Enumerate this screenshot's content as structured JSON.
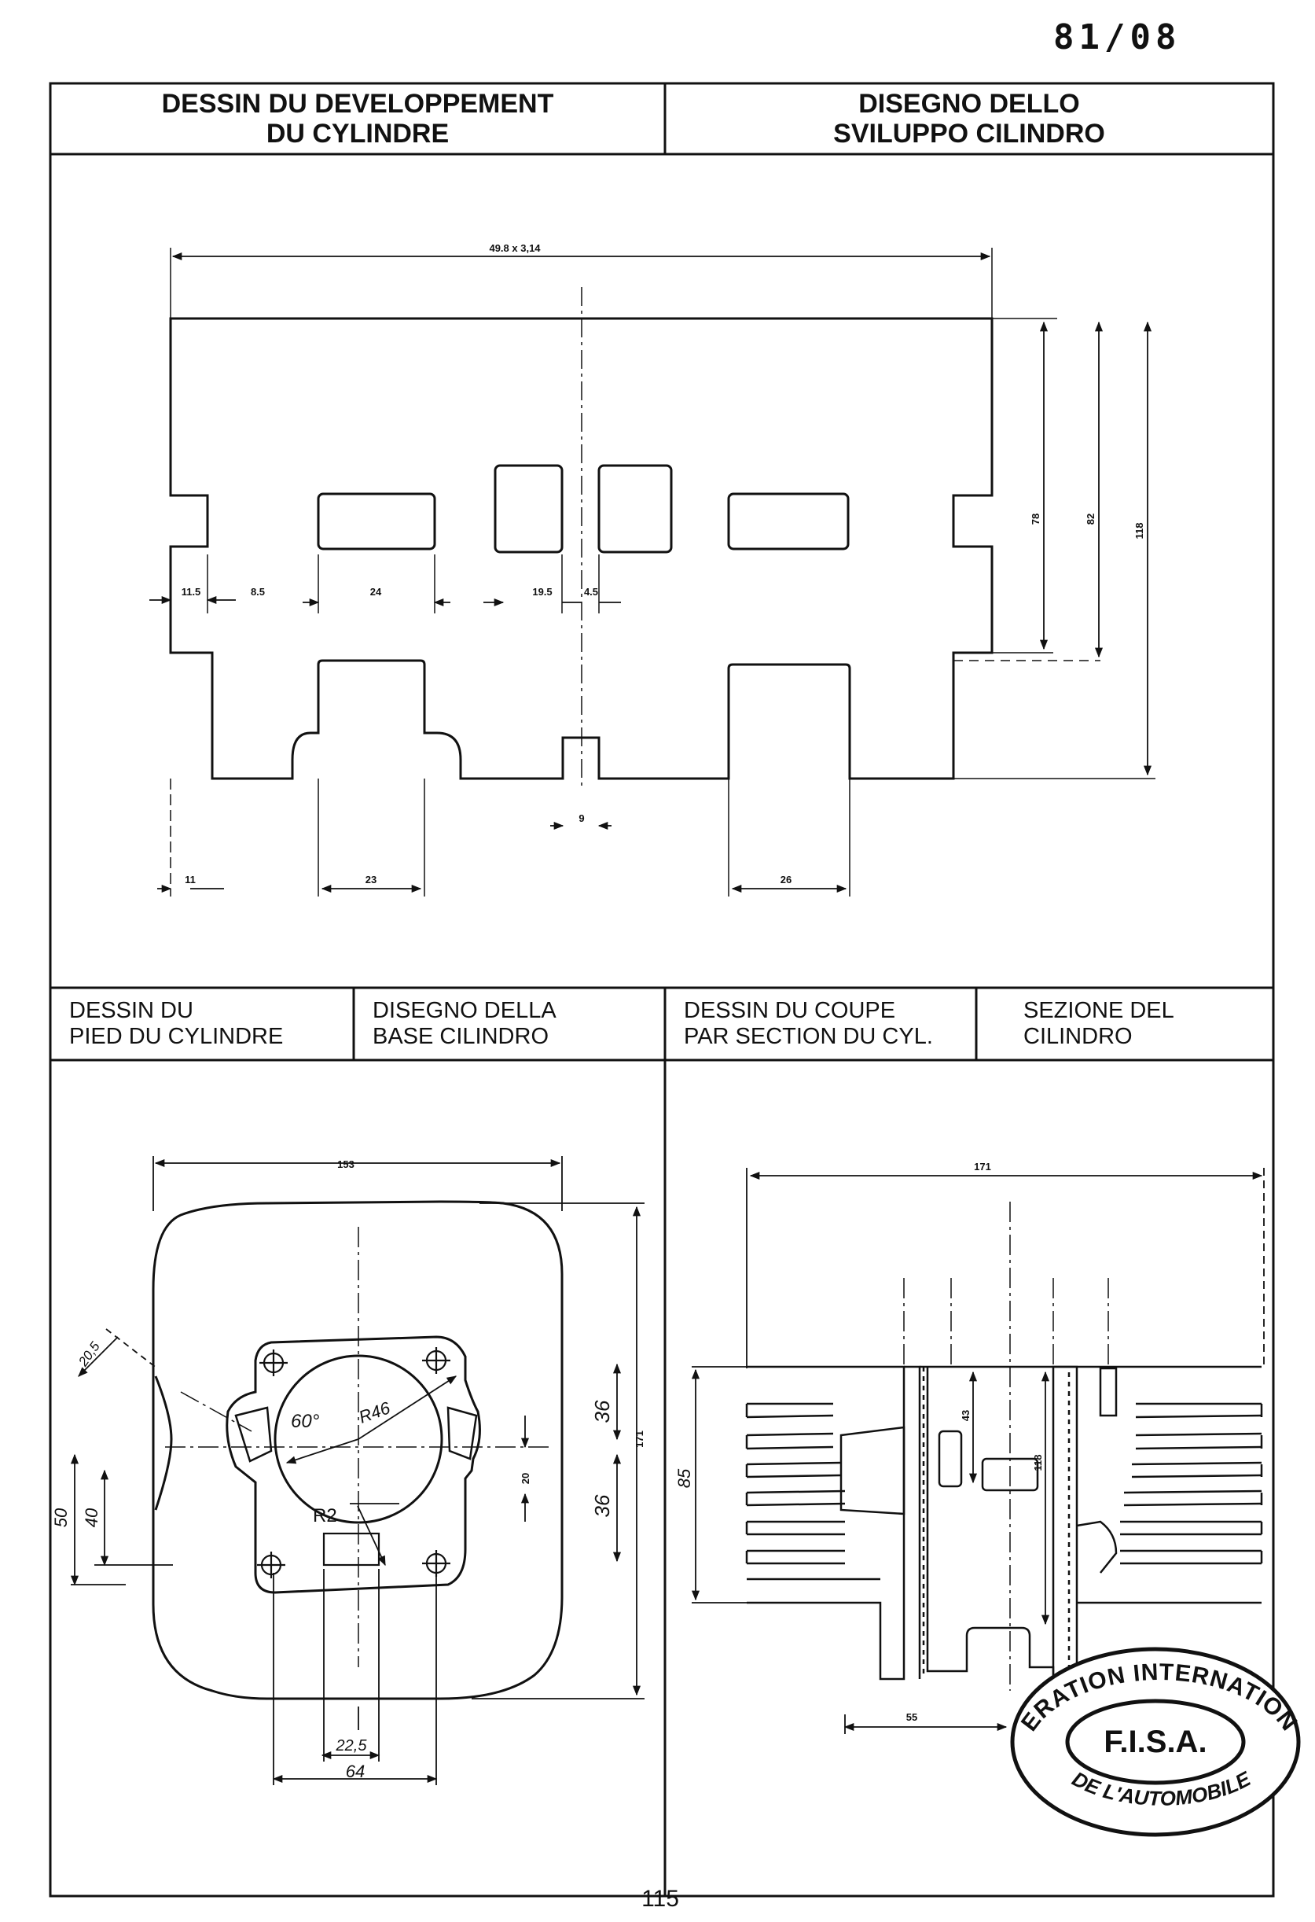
{
  "document_number": "81/08",
  "page_number": "115",
  "header": {
    "left_title_line1": "DESSIN DU DEVELOPPEMENT",
    "left_title_line2": "DU CYLINDRE",
    "right_title_line1": "DISEGNO DELLO",
    "right_title_line2": "SVILUPPO CILINDRO"
  },
  "sections": {
    "foot_fr_line1": "DESSIN DU",
    "foot_fr_line2": "PIED DU CYLINDRE",
    "foot_it_line1": "DISEGNO DELLA",
    "foot_it_line2": "BASE CILINDRO",
    "section_fr_line1": "DESSIN DU COUPE",
    "section_fr_line2": "PAR SECTION DU CYL.",
    "section_it_line1": "SEZIONE DEL",
    "section_it_line2": "CILINDRO"
  },
  "development_dims": {
    "total_width": "49.8 x 3,14",
    "d_11_5": "11.5",
    "d_8_5": "8.5",
    "d_24": "24",
    "d_19_5": "19.5",
    "d_4_5": "4.5",
    "d_78": "78",
    "d_82": "82",
    "d_118": "118",
    "d_9": "9",
    "d_11": "11",
    "d_23": "23",
    "d_26": "26"
  },
  "foot_dims": {
    "d_153": "153",
    "d_171": "171",
    "d_36_top": "36",
    "d_36_bottom": "36",
    "d_20": "20",
    "d_20_5": "20,5",
    "d_50": "50",
    "d_40": "40",
    "angle": "60°",
    "radius": "R46",
    "r2": "R2",
    "d_22_5": "22,5",
    "d_64": "64"
  },
  "section_dims": {
    "d_171": "171",
    "d_43": "43",
    "d_118": "118",
    "d_85": "85",
    "d_55": "55"
  },
  "stamp": {
    "top_arc": "FEDERATION INTERNATIONALE",
    "center": "F.I.S.A.",
    "bottom_arc": "DE L'AUTOMOBILE"
  }
}
